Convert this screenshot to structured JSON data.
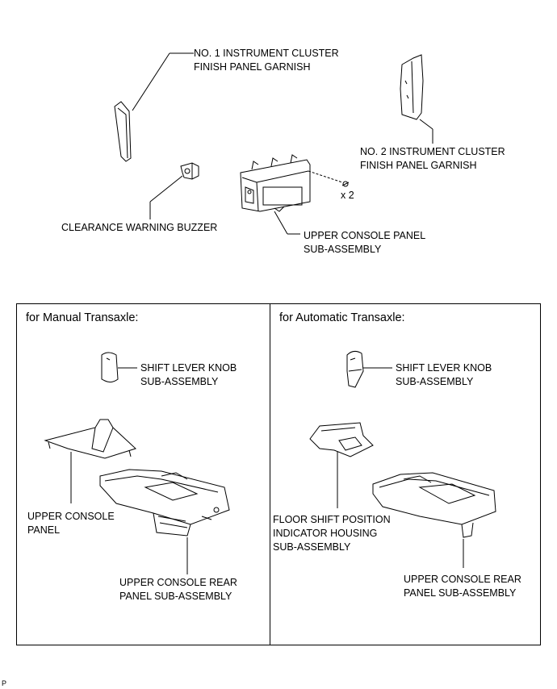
{
  "top": {
    "garnish1": [
      "NO. 1 INSTRUMENT CLUSTER",
      "FINISH PANEL GARNISH"
    ],
    "garnish2": [
      "NO. 2 INSTRUMENT CLUSTER",
      "FINISH PANEL GARNISH"
    ],
    "buzzer": "CLEARANCE WARNING BUZZER",
    "upper_console": [
      "UPPER CONSOLE PANEL",
      "SUB-ASSEMBLY"
    ],
    "screw_count": "x 2"
  },
  "manual": {
    "title": "for Manual Transaxle:",
    "knob": [
      "SHIFT LEVER KNOB",
      "SUB-ASSEMBLY"
    ],
    "panel": [
      "UPPER CONSOLE",
      "PANEL"
    ],
    "rear": [
      "UPPER CONSOLE REAR",
      "PANEL SUB-ASSEMBLY"
    ]
  },
  "automatic": {
    "title": "for Automatic Transaxle:",
    "knob": [
      "SHIFT LEVER KNOB",
      "SUB-ASSEMBLY"
    ],
    "indicator": [
      "FLOOR SHIFT POSITION",
      "INDICATOR HOUSING",
      "SUB-ASSEMBLY"
    ],
    "rear": [
      "UPPER CONSOLE REAR",
      "PANEL SUB-ASSEMBLY"
    ]
  },
  "figure_code": "P"
}
